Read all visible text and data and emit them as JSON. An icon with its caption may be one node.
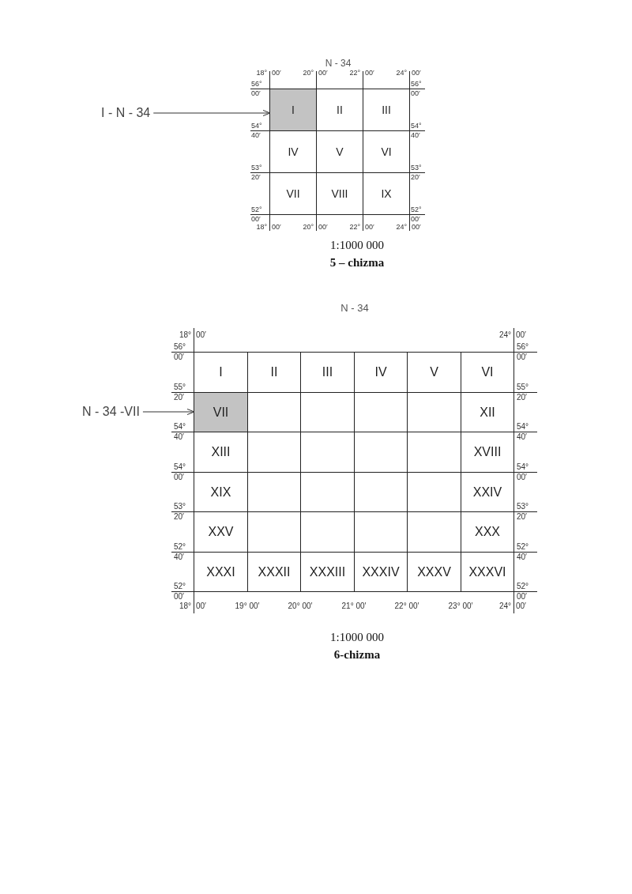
{
  "diagram": {
    "nodes": [
      {
        "text": [
          "N - 34"
        ],
        "beside": [
          "1:1000 000",
          "5 – chizma"
        ]
      },
      {
        "text": [
          "I"
        ],
        "in": 0
      },
      {
        "text": [
          "II"
        ],
        "in": 0
      },
      {
        "text": [
          "III"
        ],
        "in": 0
      },
      {
        "text": [
          "IV"
        ],
        "in": 0
      },
      {
        "text": [
          "V"
        ],
        "in": 0
      },
      {
        "text": [
          "VI"
        ],
        "in": 0
      },
      {
        "text": [
          "VII"
        ],
        "in": 0
      },
      {
        "text": [
          "VIII"
        ],
        "in": 0
      },
      {
        "text": [
          "IX"
        ],
        "in": 0
      },
      {
        "text": [
          "I - N - 34"
        ]
      },
      {
        "text": [
          "N - 34"
        ],
        "beside": [
          "1:1000 000",
          "6-chizma"
        ]
      },
      {
        "text": [
          "I"
        ],
        "in": 11
      },
      {
        "text": [
          "II"
        ],
        "in": 11
      },
      {
        "text": [
          "III"
        ],
        "in": 11
      },
      {
        "text": [
          "IV"
        ],
        "in": 11
      },
      {
        "text": [
          "V"
        ],
        "in": 11
      },
      {
        "text": [
          "VI"
        ],
        "in": 11
      },
      {
        "text": [
          "VII"
        ],
        "in": 11
      },
      {
        "text": [
          "XII"
        ],
        "in": 11
      },
      {
        "text": [
          "XIII"
        ],
        "in": 11
      },
      {
        "text": [
          "XVIII"
        ],
        "in": 11
      },
      {
        "text": [
          "XIX"
        ],
        "in": 11
      },
      {
        "text": [
          "XXIV"
        ],
        "in": 11
      },
      {
        "text": [
          "XXV"
        ],
        "in": 11
      },
      {
        "text": [
          "XXX"
        ],
        "in": 11
      },
      {
        "text": [
          "XXXI"
        ],
        "in": 11
      },
      {
        "text": [
          "XXXII"
        ],
        "in": 11
      },
      {
        "text": [
          "XXXIII"
        ],
        "in": 11
      },
      {
        "text": [
          "XXXIV"
        ],
        "in": 11
      },
      {
        "text": [
          "XXXV"
        ],
        "in": 11
      },
      {
        "text": [
          "XXXVI"
        ],
        "in": 11
      },
      {
        "text": [
          "N - 34 -VII"
        ]
      }
    ],
    "edges": [
      {
        "from": 10,
        "to": 1,
        "arrow": "to"
      },
      {
        "from": 32,
        "to": 18,
        "arrow": "to"
      }
    ],
    "labels": [
      "18°",
      "00′",
      "20°",
      "00′",
      "22°",
      "00′",
      "24°",
      "00′",
      "56°",
      "00′",
      "54°",
      "40′",
      "53°",
      "20′",
      "52°",
      "00′",
      "56°",
      "00′",
      "54°",
      "40′",
      "53°",
      "20′",
      "52°",
      "00′",
      "18°",
      "00′",
      "20°",
      "00′",
      "22°",
      "00′",
      "24°",
      "00′",
      "18°",
      "00′",
      "24°",
      "00′",
      "56°",
      "00′",
      "55°",
      "20′",
      "54°",
      "40′",
      "54°",
      "00′",
      "53°",
      "20′",
      "52°",
      "40′",
      "52°",
      "00′",
      "56°",
      "00′",
      "55°",
      "20′",
      "54°",
      "40′",
      "54°",
      "00′",
      "53°",
      "20′",
      "52°",
      "40′",
      "52°",
      "00′",
      "18°",
      "00′",
      "19° 00′",
      "20° 00′",
      "21° 00′",
      "22° 00′",
      "23° 00′",
      "24°",
      "00′"
    ]
  }
}
